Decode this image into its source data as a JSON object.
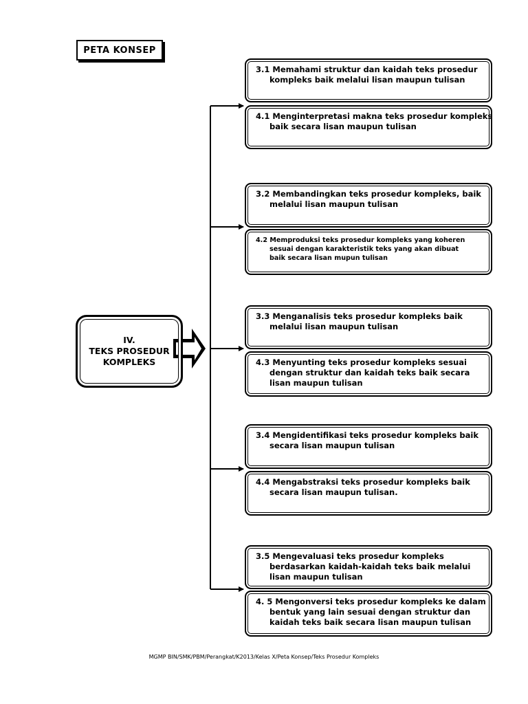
{
  "title": "PETA KONSEP",
  "main_topic": {
    "line1": "IV.",
    "line2": "TEKS PROSEDUR",
    "line3": "KOMPLEKS"
  },
  "competencies": [
    {
      "lines": [
        "3.1 Memahami struktur  dan kaidah teks prosedur",
        "kompleks baik melalui lisan maupun tulisan"
      ]
    },
    {
      "lines": [
        "4.1 Menginterpretasi makna teks prosedur kompleks",
        "baik secara lisan maupun tulisan"
      ]
    },
    {
      "lines": [
        "3.2 Membandingkan teks prosedur kompleks, baik",
        "melalui lisan maupun tulisan"
      ]
    },
    {
      "lines": [
        "4.2 Memproduksi teks prosedur kompleks yang koheren",
        "sesuai dengan karakteristik teks yang akan dibuat",
        "baik secara lisan mupun  tulisan"
      ]
    },
    {
      "lines": [
        "3.3 Menganalisis teks  prosedur kompleks baik",
        "melalui lisan maupun tulisan"
      ]
    },
    {
      "lines": [
        "4.3 Menyunting teks prosedur kompleks sesuai",
        "dengan struktur dan kaidah teks baik secara",
        "lisan maupun tulisan"
      ]
    },
    {
      "lines": [
        "3.4 Mengidentifikasi teks prosedur kompleks baik",
        "secara lisan maupun tulisan"
      ]
    },
    {
      "lines": [
        "4.4 Mengabstraksi teks prosedur kompleks baik",
        "secara lisan maupun tulisan."
      ]
    },
    {
      "lines": [
        "3.5 Mengevaluasi teks prosedur kompleks",
        "berdasarkan kaidah-kaidah teks baik melalui",
        "lisan maupun tulisan"
      ]
    },
    {
      "lines": [
        "4. 5 Mengonversi teks prosedur kompleks ke dalam",
        "bentuk yang lain sesuai dengan struktur dan",
        "kaidah teks baik secara lisan maupun tulisan"
      ]
    }
  ],
  "footer": "MGMP BIN/SMK/PBM/Perangkat/K2013/Kelas X/Peta Konsep/Teks Prosedur Kompleks"
}
